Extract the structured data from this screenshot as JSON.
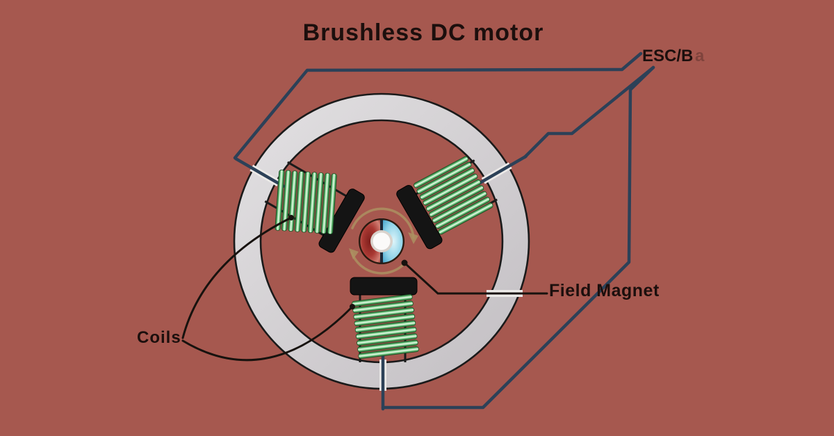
{
  "title": "Brushless DC motor",
  "labels": {
    "esc": "ESC/B",
    "esc_faded": "a",
    "field_magnet": "Field Magnet",
    "coils": "Coils"
  },
  "components": {
    "stator_ring": "outer gray stator ring",
    "coil_count": 3,
    "coil_positions": [
      "top-left",
      "top-right",
      "bottom"
    ],
    "rotor": "two-pole field magnet, red left half and blue right half, white shaft",
    "rotation_arrows": "clockwise tan arrows around rotor"
  },
  "colors": {
    "background": "#a6584f",
    "ring": "#d2cfd2",
    "outline": "#1a1a1a",
    "coil_green": "#3fae53",
    "pole": "#141414",
    "wire": "#2c4158",
    "rotor_red": "#a93832",
    "rotor_blue": "#8fd3e8",
    "arrow": "#ab9160",
    "text": "#1c0f0d",
    "white_band": "#eceae8"
  }
}
